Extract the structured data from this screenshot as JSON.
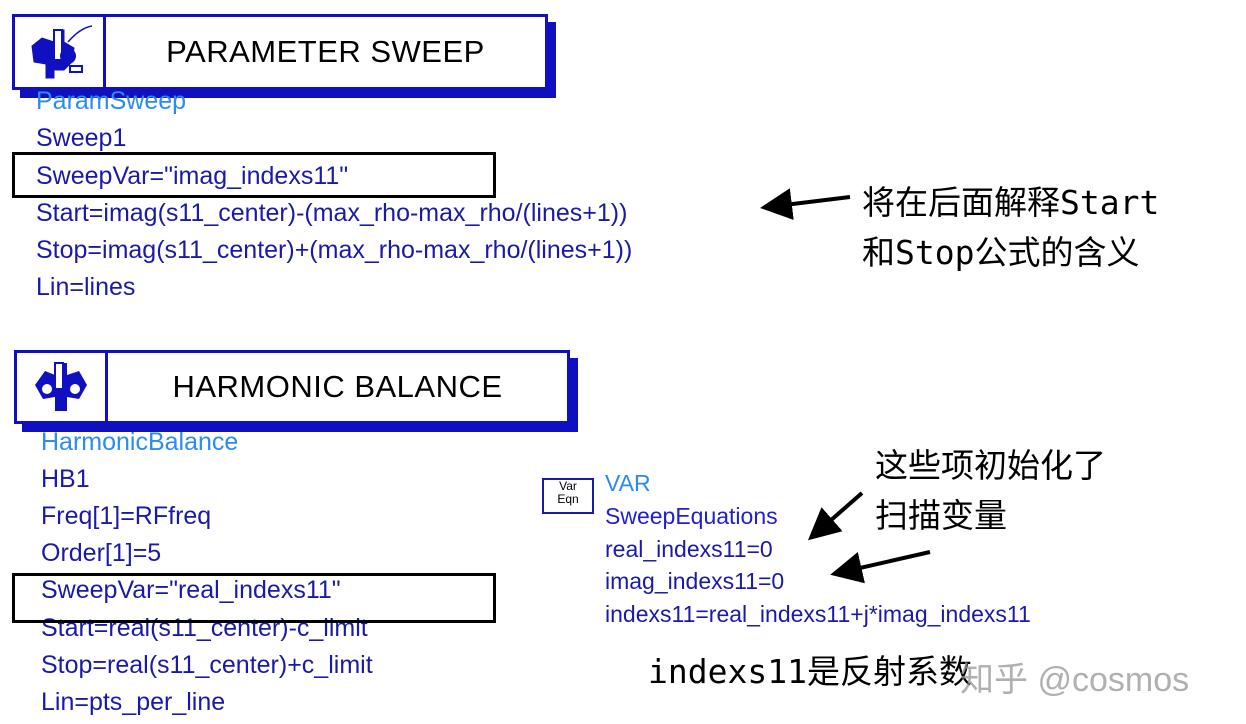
{
  "param_sweep": {
    "title": "PARAMETER SWEEP",
    "lines": [
      "ParamSweep",
      "Sweep1",
      "SweepVar=\"imag_indexs11\"",
      "Start=imag(s11_center)-(max_rho-max_rho/(lines+1))",
      "Stop=imag(s11_center)+(max_rho-max_rho/(lines+1))",
      "Lin=lines"
    ]
  },
  "harmonic_balance": {
    "title": "HARMONIC BALANCE",
    "lines": [
      "HarmonicBalance",
      "HB1",
      "Freq[1]=RFfreq",
      "Order[1]=5",
      "SweepVar=\"real_indexs11\"",
      "Start=real(s11_center)-c_limit",
      "Stop=real(s11_center)+c_limit",
      "Lin=pts_per_line"
    ]
  },
  "var_eqn": {
    "icon_line1": "Var",
    "icon_line2": "Eqn",
    "lines": [
      "VAR",
      "SweepEquations",
      "real_indexs11=0",
      "imag_indexs11=0",
      "indexs11=real_indexs11+j*imag_indexs11"
    ]
  },
  "annotations": {
    "start_stop_1": "将在后面解释Start",
    "start_stop_2": "和Stop公式的含义",
    "init_1": "这些项初始化了",
    "init_2": "扫描变量",
    "reflection": "indexs11是反射系数"
  },
  "watermark": "知乎 @cosmos",
  "colors": {
    "box": "#1010c0",
    "name": "#2a8cf0",
    "param": "#1a1aa8"
  }
}
